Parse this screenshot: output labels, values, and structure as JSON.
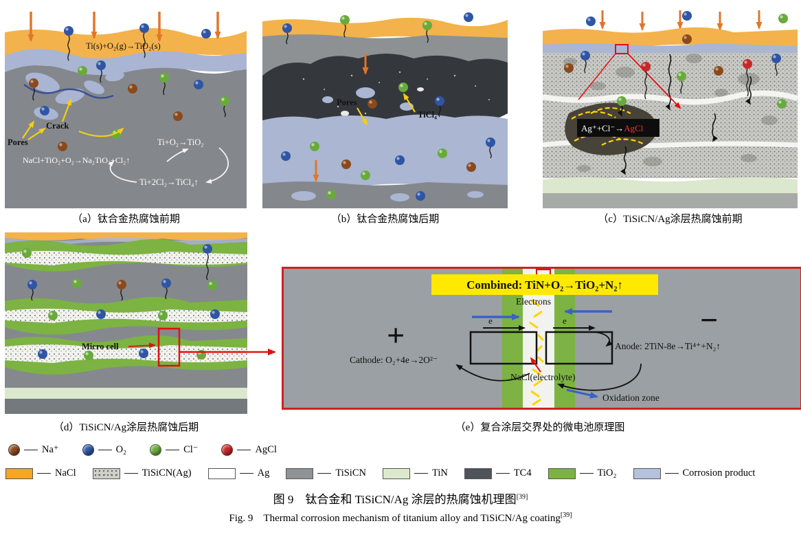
{
  "figure": {
    "caption_zh": "图 9　钛合金和 TiSiCN/Ag 涂层的热腐蚀机理图",
    "caption_zh_ref": "[39]",
    "caption_en": "Fig. 9　Thermal corrosion mechanism of titanium alloy and TiSiCN/Ag coating",
    "caption_en_ref": "[39]"
  },
  "panels": {
    "a": {
      "caption": "（a）钛合金热腐蚀前期",
      "labels": {
        "surface_reaction": "Ti(s)+O₂(g)→TiO₂(s)",
        "pores": "Pores",
        "crack": "Crack",
        "reaction_oxide": "Ti+O₂→TiO₂",
        "reaction_nacl": "NaCl+TiO₂+O₂→Na₂TiO₃+Cl₂↑",
        "reaction_ticl4": "Ti+2Cl₂→TiCl₄↑"
      }
    },
    "b": {
      "caption": "（b）钛合金热腐蚀后期",
      "labels": {
        "pores": "Pores",
        "ticl4": "TiCl₄"
      }
    },
    "c": {
      "caption": "（c）TiSiCN/Ag涂层热腐蚀前期",
      "labels": {
        "reaction_left": "Ag⁺+Cl⁻→",
        "reaction_right": "AgCl"
      }
    },
    "d": {
      "caption": "（d）TiSiCN/Ag涂层热腐蚀后期",
      "labels": {
        "micro_cell": "Micro cell"
      }
    },
    "e": {
      "caption": "（e）复合涂层交界处的微电池原理图",
      "labels": {
        "combined": "Combined: TiN+O₂→TiO₂+N₂↑",
        "plus": "+",
        "minus": "−",
        "electrons": "Electrons",
        "electron_left": "e",
        "electron_right": "e",
        "cathode": "Cathode: O₂+4e→2O²⁻",
        "anode": "Anode: 2TiN-8e→Ti⁴⁺+N₂↑",
        "electrolyte": "NaCl(electrolyte)",
        "oxidation_zone": "Oxidation zone"
      }
    }
  },
  "legend": {
    "species": [
      {
        "label": "Na⁺",
        "color": "#8a4a1e"
      },
      {
        "label": "O₂",
        "color": "#2f55a4"
      },
      {
        "label": "Cl⁻",
        "color": "#69aa3c"
      },
      {
        "label": "AgCl",
        "color": "#c62828"
      }
    ],
    "materials": [
      {
        "label": "NaCl",
        "color": "#f5a623"
      },
      {
        "label": "TiSiCN(Ag)",
        "color": "speckled"
      },
      {
        "label": "Ag",
        "color": "#ffffff"
      },
      {
        "label": "TiSiCN",
        "color": "#8f9396"
      },
      {
        "label": "TiN",
        "color": "#dde9cd"
      },
      {
        "label": "TC4",
        "color": "#4f545a"
      },
      {
        "label": "TiO₂",
        "color": "#7cb342"
      },
      {
        "label": "Corrosion product",
        "color": "#b6c1dd"
      }
    ]
  }
}
